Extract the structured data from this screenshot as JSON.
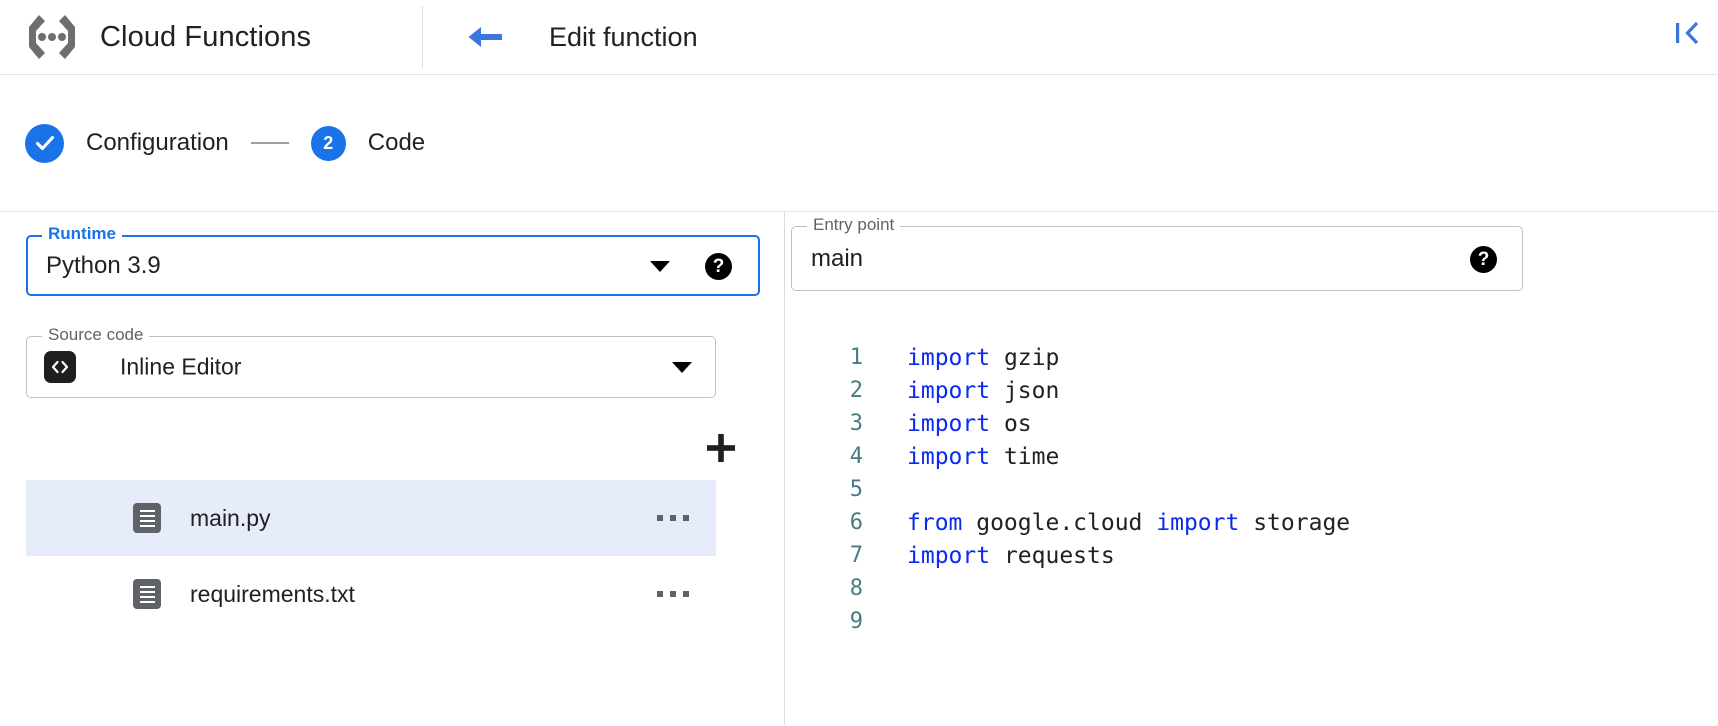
{
  "header": {
    "logo_icon": "cloud-functions-logo",
    "product_title": "Cloud Functions",
    "back_icon": "back-arrow-icon",
    "page_heading": "Edit function",
    "collapse_icon": "collapse-panel-icon"
  },
  "stepper": {
    "steps": [
      {
        "marker": "check",
        "marker_icon": "check-icon",
        "label": "Configuration",
        "state": "completed"
      },
      {
        "marker": "2",
        "label": "Code",
        "state": "active"
      }
    ]
  },
  "runtime": {
    "label": "Runtime",
    "value": "Python 3.9",
    "caret_icon": "chevron-down-icon",
    "help_icon": "help-icon",
    "help_glyph": "?",
    "focused": true
  },
  "entry_point": {
    "label": "Entry point",
    "value": "main",
    "help_icon": "help-icon",
    "help_glyph": "?"
  },
  "source_code": {
    "label": "Source code",
    "value": "Inline Editor",
    "chip_icon": "code-brackets-icon",
    "caret_icon": "chevron-down-icon"
  },
  "file_panel": {
    "add_icon": "plus-icon",
    "files": [
      {
        "name": "main.py",
        "icon": "file-document-icon",
        "menu_icon": "more-horizontal-icon",
        "selected": true
      },
      {
        "name": "requirements.txt",
        "icon": "file-document-icon",
        "menu_icon": "more-horizontal-icon",
        "selected": false
      }
    ]
  },
  "editor": {
    "lines": [
      {
        "n": "1",
        "tokens": [
          {
            "t": "import",
            "k": true
          },
          {
            "t": " gzip",
            "k": false
          }
        ]
      },
      {
        "n": "2",
        "tokens": [
          {
            "t": "import",
            "k": true
          },
          {
            "t": " json",
            "k": false
          }
        ]
      },
      {
        "n": "3",
        "tokens": [
          {
            "t": "import",
            "k": true
          },
          {
            "t": " os",
            "k": false
          }
        ]
      },
      {
        "n": "4",
        "tokens": [
          {
            "t": "import",
            "k": true
          },
          {
            "t": " time",
            "k": false
          }
        ]
      },
      {
        "n": "5",
        "tokens": []
      },
      {
        "n": "6",
        "tokens": [
          {
            "t": "from",
            "k": true
          },
          {
            "t": " google.cloud ",
            "k": false
          },
          {
            "t": "import",
            "k": true
          },
          {
            "t": " storage",
            "k": false
          }
        ]
      },
      {
        "n": "7",
        "tokens": [
          {
            "t": "import",
            "k": true
          },
          {
            "t": " requests",
            "k": false
          }
        ]
      },
      {
        "n": "8",
        "tokens": []
      },
      {
        "n": "9",
        "tokens": []
      }
    ]
  },
  "colors": {
    "accent": "#1a73e8",
    "selected_row": "#e6ecfa",
    "keyword": "#0b29ef",
    "line_number": "#4a7b85",
    "icon_grey": "#5f6368"
  }
}
